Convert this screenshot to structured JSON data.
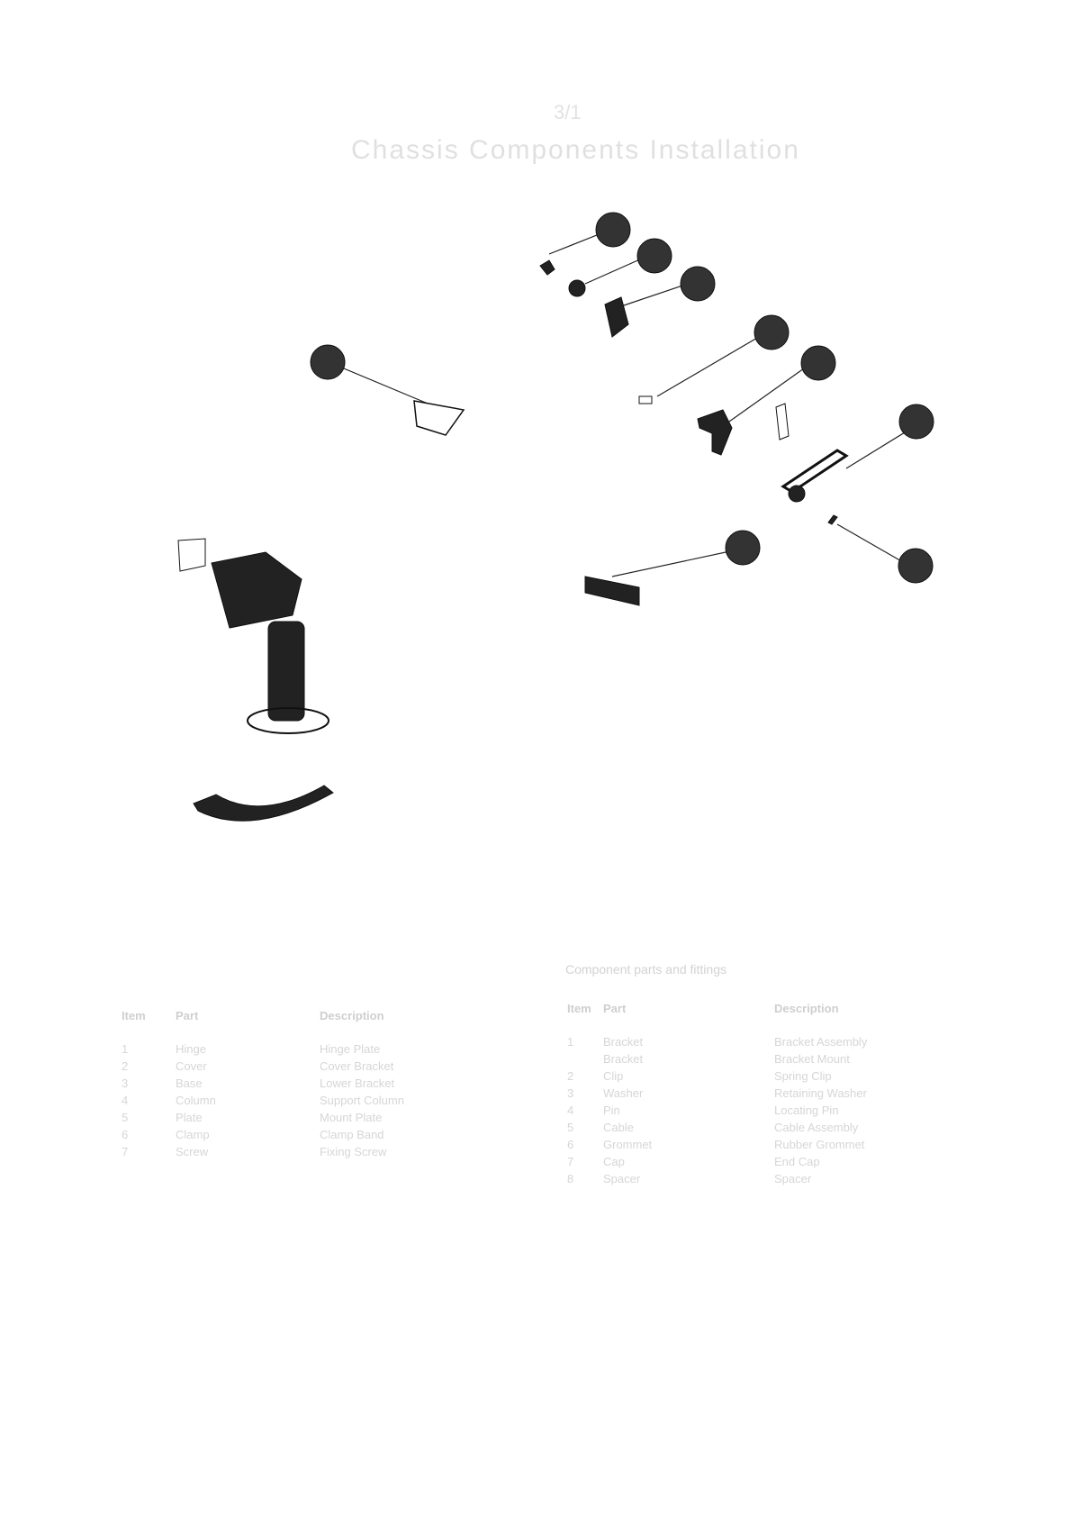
{
  "header": {
    "page_label": "3/1",
    "title": "Chassis Components Installation"
  },
  "right_table": {
    "title": "Component parts and fittings"
  },
  "left_table": {
    "headers": [
      "Item",
      "Part",
      "Description"
    ],
    "rows": [
      [
        "1",
        "Hinge",
        "Hinge Plate"
      ],
      [
        "2",
        "Cover",
        "Cover Bracket"
      ],
      [
        "3",
        "Base",
        "Lower Bracket"
      ],
      [
        "4",
        "Column",
        "Support Column"
      ],
      [
        "5",
        "Plate",
        "Mount Plate"
      ],
      [
        "6",
        "Clamp",
        "Clamp Band"
      ],
      [
        "7",
        "Screw",
        "Fixing Screw"
      ]
    ]
  },
  "right_table_data": {
    "headers": [
      "Item",
      "Part",
      "Description"
    ],
    "rows": [
      [
        "1",
        "Bracket",
        "Bracket Assembly"
      ],
      [
        "",
        "Bracket",
        "Bracket Mount"
      ],
      [
        "2",
        "Clip",
        "Spring Clip"
      ],
      [
        "3",
        "Washer",
        "Retaining Washer"
      ],
      [
        "4",
        "Pin",
        "Locating Pin"
      ],
      [
        "5",
        "Cable",
        "Cable Assembly"
      ],
      [
        "6",
        "Grommet",
        "Rubber Grommet"
      ],
      [
        "7",
        "Cap",
        "End Cap"
      ],
      [
        "8",
        "Spacer",
        "Spacer"
      ]
    ]
  }
}
